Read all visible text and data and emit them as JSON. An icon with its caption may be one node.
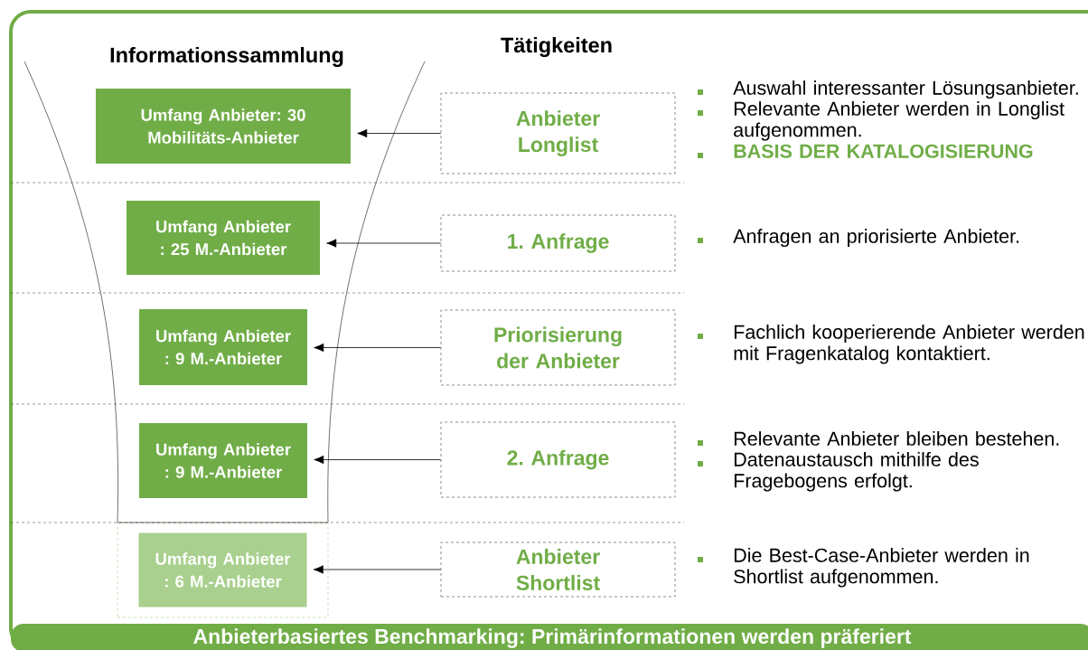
{
  "diagram": {
    "nodes": [
      {
        "text": [
          "Umfang Anbieter: 30 Mobilitäts-Anbieter"
        ]
      },
      {
        "text": [
          "Anbieter Longlist"
        ]
      },
      {
        "text": [
          "Umfang Anbieter : 25 M.-Anbieter"
        ]
      },
      {
        "text": [
          "1. Anfrage"
        ]
      },
      {
        "text": [
          "Umfang Anbieter : 9 M.-Anbieter"
        ]
      },
      {
        "text": [
          "Priorisierung der Anbieter"
        ]
      },
      {
        "text": [
          "Umfang Anbieter : 9 M.-Anbieter"
        ]
      },
      {
        "text": [
          "2. Anfrage"
        ]
      },
      {
        "text": [],
        "shape": "box"
      },
      {
        "text": [
          "Umfang Anbieter : 6 M.-Anbieter"
        ],
        "in": 8
      },
      {
        "text": [
          "Anbieter Shortlist"
        ]
      },
      {
        "text": [
          "Anbieterbasiertes Benchmarking: Primärinformationen werden präferiert"
        ]
      }
    ],
    "edges": [
      {
        "from": 1,
        "to": 0,
        "arrow": "to"
      },
      {
        "from": 3,
        "to": 2,
        "arrow": "to"
      },
      {
        "from": 5,
        "to": 4,
        "arrow": "to"
      },
      {
        "from": 7,
        "to": 6,
        "arrow": "to"
      },
      {
        "from": 10,
        "to": 9,
        "arrow": "to"
      }
    ],
    "labels": [
      "Informationssammlung",
      "Tätigkeiten",
      "Auswahl interessanter Lösungsanbieter.",
      "Relevante Anbieter werden in Longlist aufgenommen.",
      "BASIS DER KATALOGISIERUNG",
      "Anfragen an priorisierte Anbieter.",
      "Fachlich kooperierende Anbieter werden mit Fragenkatalog kontaktiert.",
      "Relevante Anbieter bleiben bestehen.",
      "Datenaustausch mithilfe des Fragebogens erfolgt.",
      "Die Best-Case-Anbieter werden in Shortlist aufgenommen."
    ]
  }
}
